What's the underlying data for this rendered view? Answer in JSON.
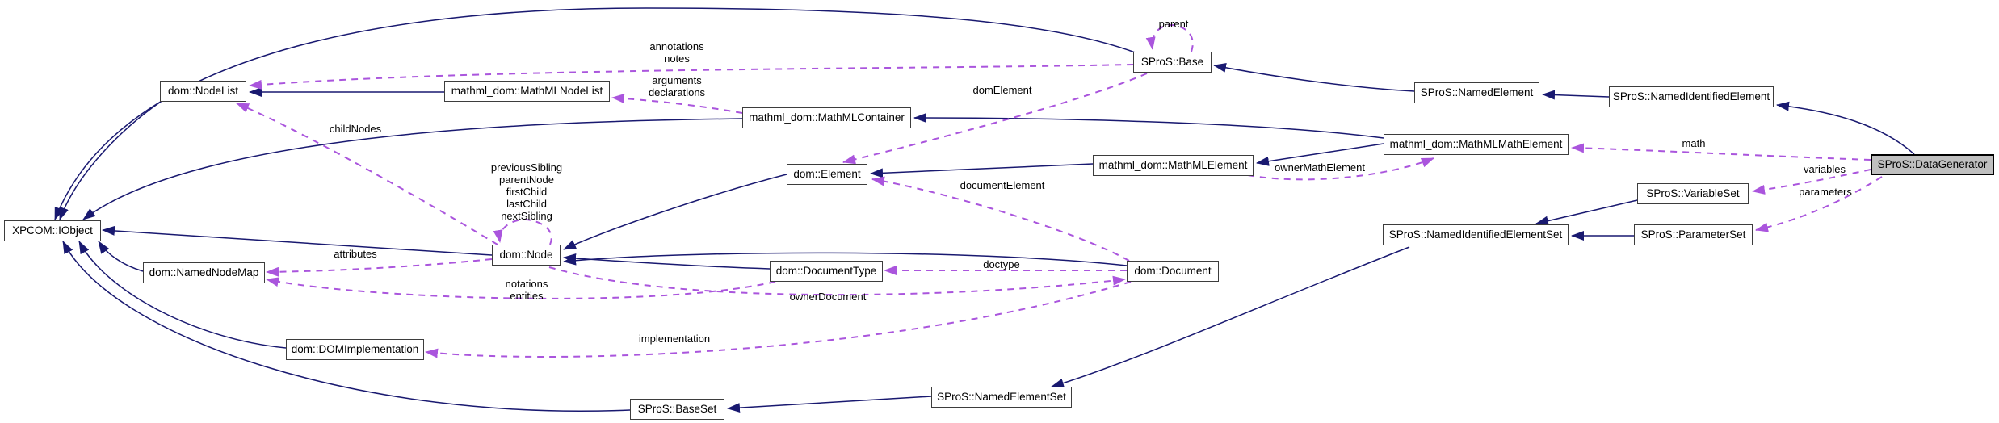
{
  "diagram": {
    "type": "doxygen-collaboration-graph",
    "highlighted_node": "SProS::DataGenerator"
  },
  "colors": {
    "diagram_bg": "#ffffff",
    "inheritance_edge": "#191970",
    "usage_edge": "#aa55dd",
    "node_bg": "#ffffff",
    "node_border": "#3d3d3d",
    "highlight_bg": "#bfbfbf",
    "highlight_border": "#000000"
  },
  "nodes": [
    {
      "id": "iobject",
      "label": "XPCOM::IObject",
      "highlighted": false
    },
    {
      "id": "nodelist",
      "label": "dom::NodeList",
      "highlighted": false
    },
    {
      "id": "mathml-nodelist",
      "label": "mathml_dom::MathMLNodeList",
      "highlighted": false
    },
    {
      "id": "mathml-container",
      "label": "mathml_dom::MathMLContainer",
      "highlighted": false
    },
    {
      "id": "base",
      "label": "SProS::Base",
      "highlighted": false
    },
    {
      "id": "named-element",
      "label": "SProS::NamedElement",
      "highlighted": false
    },
    {
      "id": "named-identified-element",
      "label": "SProS::NamedIdentifiedElement",
      "highlighted": false
    },
    {
      "id": "element",
      "label": "dom::Element",
      "highlighted": false
    },
    {
      "id": "mathml-element",
      "label": "mathml_dom::MathMLElement",
      "highlighted": false
    },
    {
      "id": "mathml-math-element",
      "label": "mathml_dom::MathMLMathElement",
      "highlighted": false
    },
    {
      "id": "data-generator",
      "label": "SProS::DataGenerator",
      "highlighted": true
    },
    {
      "id": "variable-set",
      "label": "SProS::VariableSet",
      "highlighted": false
    },
    {
      "id": "node",
      "label": "dom::Node",
      "highlighted": false
    },
    {
      "id": "named-node-map",
      "label": "dom::NamedNodeMap",
      "highlighted": false
    },
    {
      "id": "document-type",
      "label": "dom::DocumentType",
      "highlighted": false
    },
    {
      "id": "document",
      "label": "dom::Document",
      "highlighted": false
    },
    {
      "id": "named-identified-element-set",
      "label": "SProS::NamedIdentifiedElementSet",
      "highlighted": false
    },
    {
      "id": "parameter-set",
      "label": "SProS::ParameterSet",
      "highlighted": false
    },
    {
      "id": "dom-implementation",
      "label": "dom::DOMImplementation",
      "highlighted": false
    },
    {
      "id": "base-set",
      "label": "SProS::BaseSet",
      "highlighted": false
    },
    {
      "id": "named-element-set",
      "label": "SProS::NamedElementSet",
      "highlighted": false
    }
  ],
  "edge_labels": [
    {
      "text": "annotations\nnotes"
    },
    {
      "text": "arguments\ndeclarations"
    },
    {
      "text": "childNodes"
    },
    {
      "text": "domElement"
    },
    {
      "text": "parent"
    },
    {
      "text": "previousSibling\nparentNode\nfirstChild\nlastChild\nnextSibling"
    },
    {
      "text": "attributes"
    },
    {
      "text": "notations\nentities"
    },
    {
      "text": "documentElement"
    },
    {
      "text": "doctype"
    },
    {
      "text": "ownerDocument"
    },
    {
      "text": "ownerMathElement"
    },
    {
      "text": "math"
    },
    {
      "text": "variables"
    },
    {
      "text": "parameters"
    },
    {
      "text": "implementation"
    }
  ]
}
